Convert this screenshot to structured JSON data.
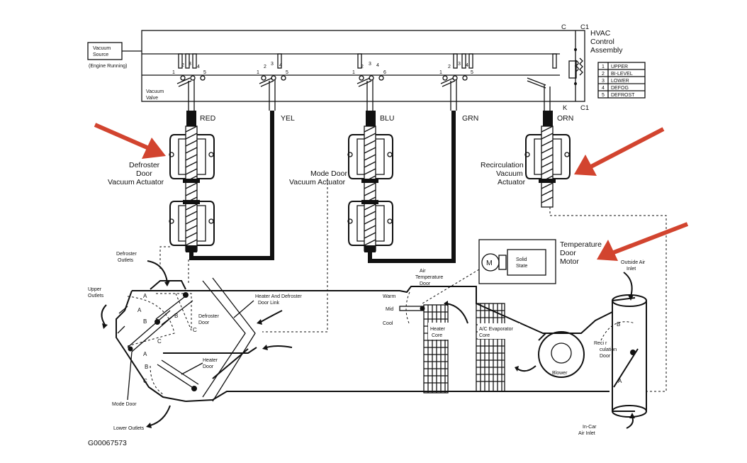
{
  "labels": {
    "hvac_line1": "HVAC",
    "hvac_line2": "Control",
    "hvac_line3": "Assembly",
    "c_top": "C",
    "c1_top": "C1",
    "k_bottom": "K",
    "c1_bottom": "C1",
    "vacuum_source_1": "Vacuum",
    "vacuum_source_2": "Source",
    "engine_running": "(Engine Running)",
    "vacuum_valve_1": "Vacuum",
    "vacuum_valve_2": "Valve",
    "hose_red": "RED",
    "hose_yel": "YEL",
    "hose_blu": "BLU",
    "hose_grn": "GRN",
    "hose_orn": "ORN",
    "defroster_actuator_1": "Defroster",
    "defroster_actuator_2": "Door",
    "defroster_actuator_3": "Vacuum Actuator",
    "mode_actuator_1": "Mode Door",
    "mode_actuator_2": "Vacuum Actuator",
    "recirc_actuator_1": "Recirculation",
    "recirc_actuator_2": "Vacuum",
    "recirc_actuator_3": "Actuator",
    "temp_motor_1": "Temperature",
    "temp_motor_2": "Door",
    "temp_motor_3": "Motor",
    "motor_m": "M",
    "solid_state_1": "Solid",
    "solid_state_2": "State",
    "defroster_outlets_1": "Defroster",
    "defroster_outlets_2": "Outlets",
    "upper_outlets_1": "Upper",
    "upper_outlets_2": "Outlets",
    "heater_defroster_link_1": "Heater And Defroster",
    "heater_defroster_link_2": "Door Link",
    "defroster_door_1": "Defroster",
    "defroster_door_2": "Door",
    "heater_door_1": "Heater",
    "heater_door_2": "Door",
    "mode_door": "Mode Door",
    "lower_outlets": "Lower Outlets",
    "air_temp_door_1": "Air",
    "air_temp_door_2": "Temperature",
    "air_temp_door_3": "Door",
    "warm": "Warm",
    "mid": "Mid",
    "cool": "Cool",
    "heater_core_1": "Heater",
    "heater_core_2": "Core",
    "ac_evap_1": "A/C Evaporator",
    "ac_evap_2": "Core",
    "blower": "Blower",
    "recirc_door_1": "Reci r",
    "recirc_door_2": "culation",
    "recirc_door_3": "Door",
    "outside_air_1": "Outside Air",
    "outside_air_2": "Inlet",
    "incar_air_1": "In-Car",
    "incar_air_2": "Air Inlet",
    "figure_id": "G00067573",
    "pos_a": "A",
    "pos_b": "B",
    "pos_c": "C"
  },
  "legend": [
    {
      "num": "1",
      "name": "UPPER"
    },
    {
      "num": "2",
      "name": "BI-LEVEL"
    },
    {
      "num": "3",
      "name": "LOWER"
    },
    {
      "num": "4",
      "name": "DEFOG"
    },
    {
      "num": "5",
      "name": "DEFROST"
    }
  ],
  "valve_numbers": {
    "n1": "1",
    "n2": "2",
    "n3": "3",
    "n4": "4",
    "n5": "5",
    "n6": "6"
  },
  "colors": {
    "arrow": "#d2442f",
    "line": "#111111"
  }
}
